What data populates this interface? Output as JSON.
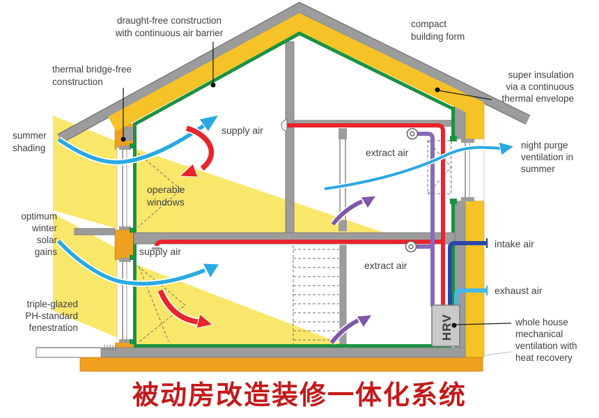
{
  "title": {
    "text": "被动房改造装修一体化系统"
  },
  "labels": {
    "draught_free_1": "draught-free construction",
    "draught_free_2": "with continuous air barrier",
    "thermal_bridge_1": "thermal bridge-free",
    "thermal_bridge_2": "construction",
    "compact_1": "compact",
    "compact_2": "building form",
    "super_insulation_1": "super insulation",
    "super_insulation_2": "via a continuous",
    "super_insulation_3": "thermal envelope",
    "summer_shading_1": "summer",
    "summer_shading_2": "shading",
    "supply_air_upper": "supply air",
    "extract_air_upper": "extract air",
    "night_purge_1": "night purge",
    "night_purge_2": "ventilation in",
    "night_purge_3": "summer",
    "operable_windows_1": "operable",
    "operable_windows_2": "windows",
    "winter_gains_1": "optimum",
    "winter_gains_2": "winter",
    "winter_gains_3": "solar",
    "winter_gains_4": "gains",
    "supply_air_lower": "supply air",
    "extract_air_lower": "extract air",
    "intake_air": "intake air",
    "exhaust_air": "exhaust air",
    "triple_glazed_1": "triple-glazed",
    "triple_glazed_2": "PH-standard",
    "triple_glazed_3": "fenestration",
    "hrv_unit": "HRV",
    "whole_house_1": "whole house",
    "whole_house_2": "mechanical",
    "whole_house_3": "ventilation with",
    "whole_house_4": "heat recovery"
  },
  "colors": {
    "insulation_yellow": "#f5c327",
    "floor_insulation_orange": "#efa01f",
    "air_barrier_green": "#1c9142",
    "structure_gray": "#9c9c9c",
    "sun_beam_yellow": "#f9e55e",
    "supply_red": "#e8242c",
    "extract_purple": "#8a68ba",
    "fresh_air_cyan": "#29a9e1",
    "intake_navy": "#2b46a8",
    "exhaust_cyan": "#45b8e8",
    "title_red": "#c31a1a"
  }
}
